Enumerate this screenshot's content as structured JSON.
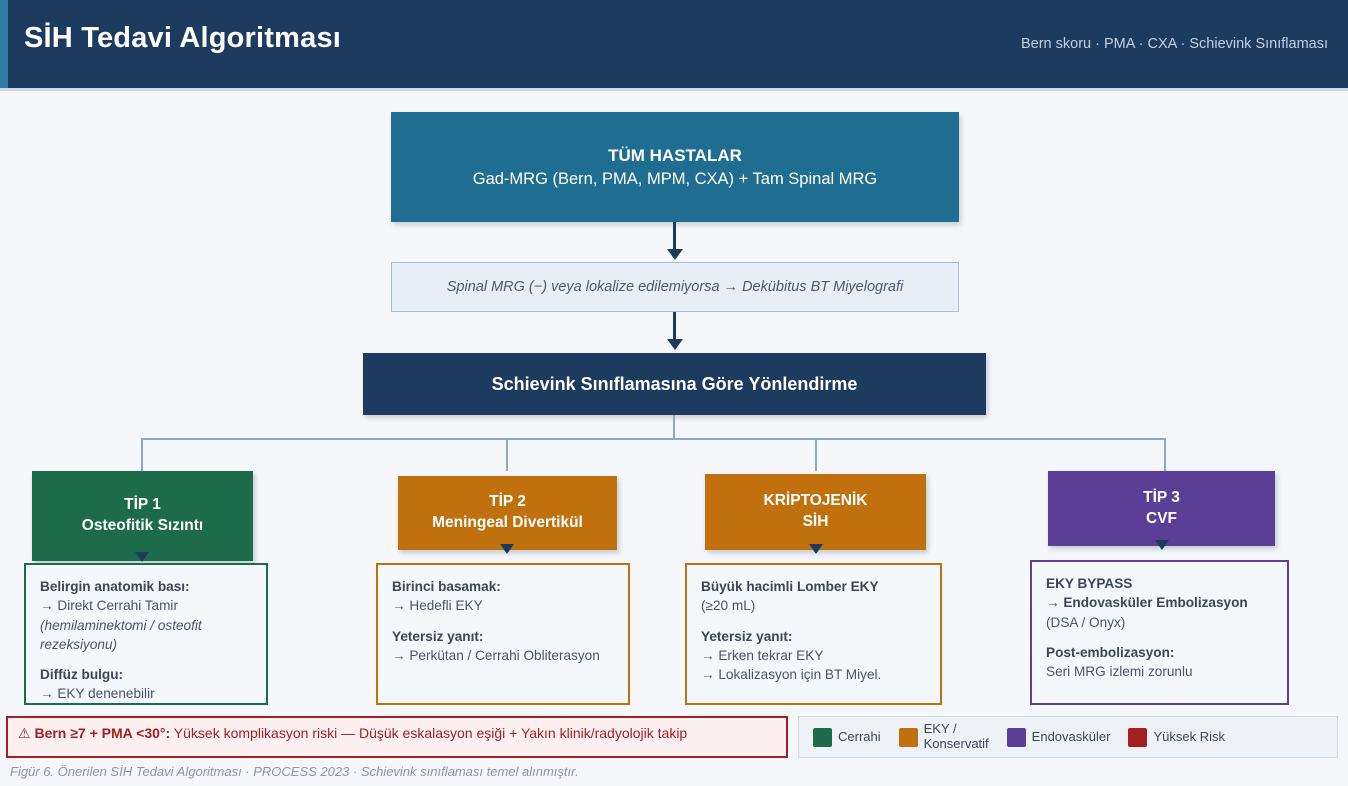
{
  "header": {
    "title": "SİH Tedavi Algoritması",
    "subtitle": "Bern skoru · PMA · CXA · Schievink Sınıflaması"
  },
  "flow": {
    "all_patients": {
      "line1": "TÜM HASTALAR",
      "line2": "Gad-MRG (Bern, PMA, MPM, CXA) + Tam Spinal MRG"
    },
    "note": "Spinal MRG (−) veya lokalize edilemiyorsa → Dekübitus BT Miyelografi",
    "classification": "Schievink Sınıflamasına Göre Yönlendirme"
  },
  "columns": [
    {
      "head_line1": "TİP 1",
      "head_line2": "Osteofitik Sızıntı",
      "color": "#1d6b4a",
      "detail": [
        {
          "text": "Belirgin anatomik bası:",
          "style": "strong"
        },
        {
          "text": "→ Direkt Cerrahi Tamir",
          "style": "normal"
        },
        {
          "text": "(hemilaminektomi / osteofit rezeksiyonu)",
          "style": "italic"
        },
        {
          "text": "",
          "style": "spacer"
        },
        {
          "text": "Diffüz bulgu:",
          "style": "strong"
        },
        {
          "text": "→ EKY denenebilir",
          "style": "normal"
        }
      ]
    },
    {
      "head_line1": "TİP 2",
      "head_line2": "Meningeal Divertikül",
      "color": "#c0700d",
      "detail": [
        {
          "text": "Birinci basamak:",
          "style": "strong"
        },
        {
          "text": "→ Hedefli EKY",
          "style": "normal"
        },
        {
          "text": "",
          "style": "spacer"
        },
        {
          "text": "Yetersiz yanıt:",
          "style": "strong"
        },
        {
          "text": "→ Perkütan / Cerrahi Obliterasyon",
          "style": "normal"
        }
      ]
    },
    {
      "head_line1": "KRİPTOJENİK",
      "head_line2": "SİH",
      "color": "#c0700d",
      "detail": [
        {
          "text": "Büyük hacimli Lomber EKY",
          "style": "strong"
        },
        {
          "text": "(≥20 mL)",
          "style": "normal"
        },
        {
          "text": "",
          "style": "spacer"
        },
        {
          "text": "Yetersiz yanıt:",
          "style": "strong"
        },
        {
          "text": "→ Erken tekrar EKY",
          "style": "normal"
        },
        {
          "text": "→ Lokalizasyon için BT Miyel.",
          "style": "normal"
        }
      ]
    },
    {
      "head_line1": "TİP 3",
      "head_line2": "CVF",
      "color": "#5b3e96",
      "detail": [
        {
          "text": "EKY BYPASS",
          "style": "strong"
        },
        {
          "text": "→ Endovasküler Embolizasyon",
          "style": "strong"
        },
        {
          "text": "(DSA / Onyx)",
          "style": "normal"
        },
        {
          "text": "",
          "style": "spacer"
        },
        {
          "text": "Post-embolizasyon:",
          "style": "strong"
        },
        {
          "text": "Seri MRG izlemi zorunlu",
          "style": "normal"
        }
      ]
    }
  ],
  "warning": {
    "icon": "⚠",
    "strong": "Bern ≥7 + PMA <30°:",
    "text": " Yüksek komplikasyon riski — Düşük eskalasyon eşiği + Yakın klinik/radyolojik takip"
  },
  "legend": [
    {
      "label": "Cerrahi",
      "color": "#1d6b4a"
    },
    {
      "label": "EKY /\nKonservatif",
      "color": "#c0700d"
    },
    {
      "label": "Endovasküler",
      "color": "#5b3e96"
    },
    {
      "label": "Yüksek Risk",
      "color": "#a42020"
    }
  ],
  "caption": "Figür 6. Önerilen SİH Tedavi Algoritması · PROCESS 2023 · Schievink sınıflaması temel alınmıştır.",
  "colors": {
    "header_bg": "#1d3a5f",
    "top_box": "#1f6e91",
    "classification_box": "#1d3a5f",
    "connector": "#8da8c4",
    "arrow": "#1b3a5c",
    "page_bg": "#f5f7fa"
  }
}
